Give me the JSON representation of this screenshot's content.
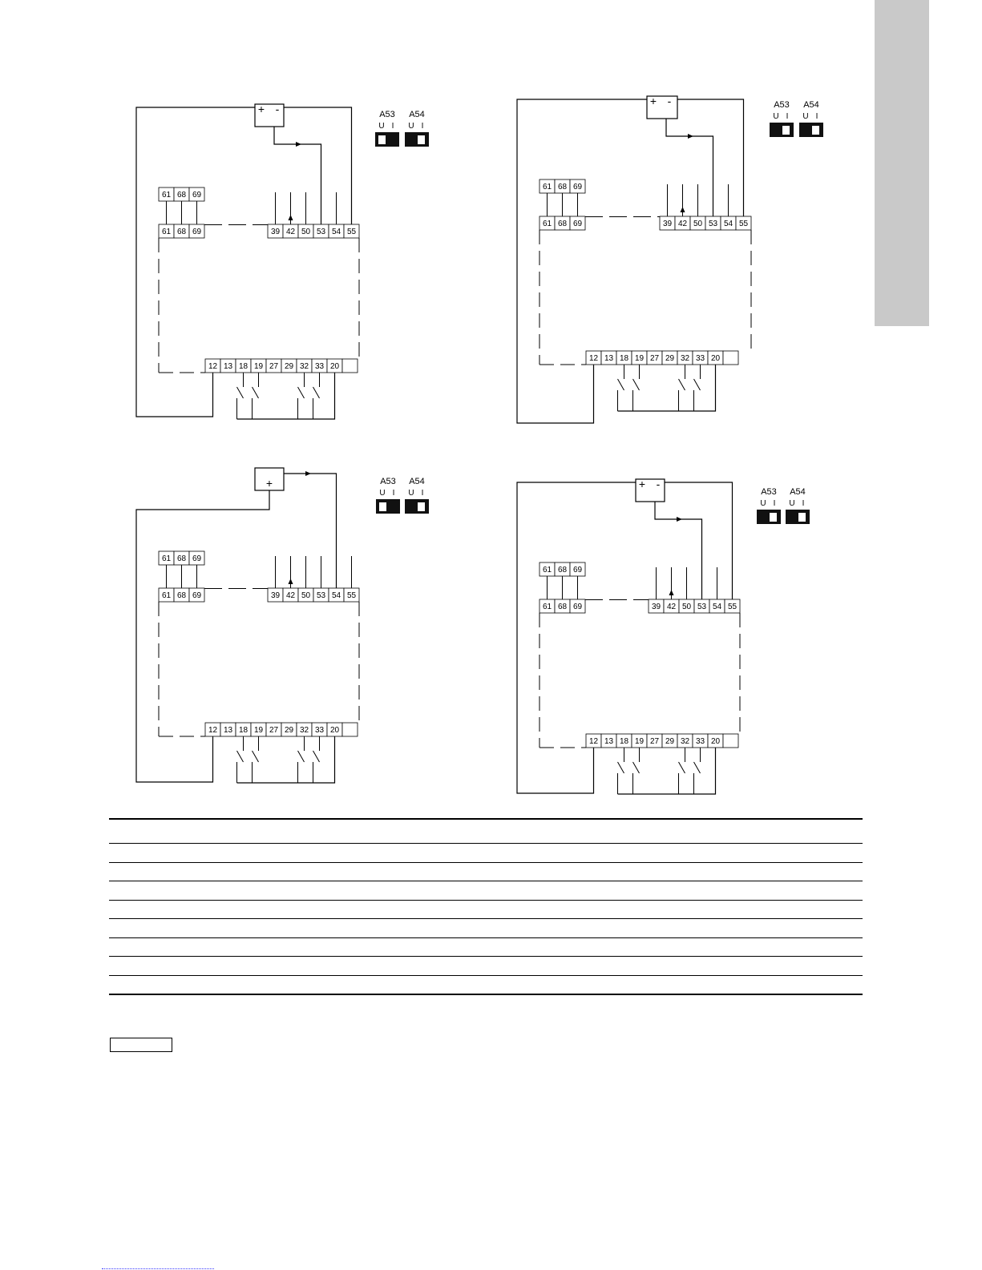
{
  "diagrams": [
    {
      "name": "diagram-1",
      "psu_polarity": "+ -",
      "top_terminals": [
        "39",
        "42",
        "50",
        "53",
        "54",
        "55"
      ],
      "relay_terminals": [
        "61",
        "68",
        "69"
      ],
      "bottom_terminals": [
        "12",
        "13",
        "18",
        "19",
        "27",
        "29",
        "32",
        "33",
        "20",
        ""
      ],
      "switch_a53": {
        "label": "A53",
        "positions": "U I",
        "setting": "U"
      },
      "switch_a54": {
        "label": "A54",
        "positions": "U I",
        "setting": "I"
      }
    },
    {
      "name": "diagram-2",
      "psu_polarity": "+ -",
      "top_terminals": [
        "39",
        "42",
        "50",
        "53",
        "54",
        "55"
      ],
      "relay_terminals": [
        "61",
        "68",
        "69"
      ],
      "bottom_terminals": [
        "12",
        "13",
        "18",
        "19",
        "27",
        "29",
        "32",
        "33",
        "20",
        ""
      ],
      "switch_a53": {
        "label": "A53",
        "positions": "U I",
        "setting": "I"
      },
      "switch_a54": {
        "label": "A54",
        "positions": "U I",
        "setting": "I"
      }
    },
    {
      "name": "diagram-3",
      "psu_polarity": "+",
      "top_terminals": [
        "39",
        "42",
        "50",
        "53",
        "54",
        "55"
      ],
      "relay_terminals": [
        "61",
        "68",
        "69"
      ],
      "bottom_terminals": [
        "12",
        "13",
        "18",
        "19",
        "27",
        "29",
        "32",
        "33",
        "20",
        ""
      ],
      "switch_a53": {
        "label": "A53",
        "positions": "U I",
        "setting": "U"
      },
      "switch_a54": {
        "label": "A54",
        "positions": "U I",
        "setting": "I"
      }
    },
    {
      "name": "diagram-4",
      "psu_polarity": "+ -",
      "top_terminals": [
        "39",
        "42",
        "50",
        "53",
        "54",
        "55"
      ],
      "relay_terminals": [
        "61",
        "68",
        "69"
      ],
      "bottom_terminals": [
        "12",
        "13",
        "18",
        "19",
        "27",
        "29",
        "32",
        "33",
        "20",
        ""
      ],
      "switch_a53": {
        "label": "A53",
        "positions": "U I",
        "setting": "I"
      },
      "switch_a54": {
        "label": "A54",
        "positions": "U I",
        "setting": "I"
      }
    }
  ],
  "legend_table": {
    "rows": 9
  },
  "colors": {
    "line": "#000000",
    "side_tab": "#c9c9c9",
    "footer_link": "#3a3aff"
  }
}
